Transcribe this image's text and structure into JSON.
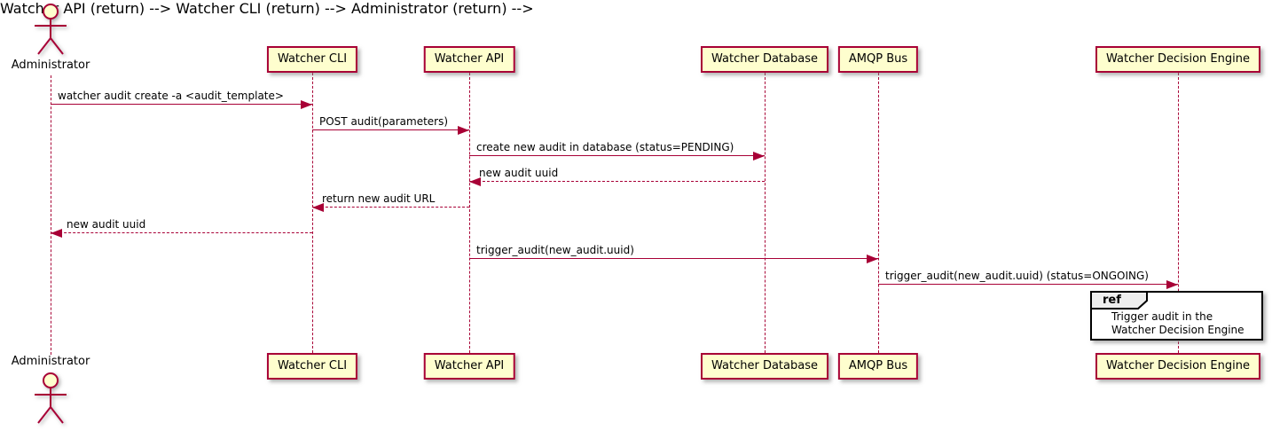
{
  "diagram_type": "uml-sequence-diagram",
  "colors": {
    "participant_fill": "#FEFECE",
    "line_and_border": "#A80036",
    "text": "#000000",
    "ref_border": "#000000",
    "ref_tab_fill": "#EEEEEE",
    "background": "#FFFFFF"
  },
  "actor": {
    "name": "Administrator"
  },
  "participants": [
    {
      "label": "Watcher CLI"
    },
    {
      "label": "Watcher API"
    },
    {
      "label": "Watcher Database"
    },
    {
      "label": "AMQP Bus"
    },
    {
      "label": "Watcher Decision Engine"
    }
  ],
  "messages": [
    {
      "from": "Administrator",
      "to": "Watcher CLI",
      "line": "solid",
      "label": "watcher audit create -a <audit_template>"
    },
    {
      "from": "Watcher CLI",
      "to": "Watcher API",
      "line": "solid",
      "label": "POST audit(parameters)"
    },
    {
      "from": "Watcher API",
      "to": "Watcher Database",
      "line": "solid",
      "label": "create new audit in database (status=PENDING)"
    },
    {
      "from": "Watcher Database",
      "to": "Watcher API",
      "line": "dashed",
      "label": "new audit uuid"
    },
    {
      "from": "Watcher API",
      "to": "Watcher CLI",
      "line": "dashed",
      "label": "return new audit URL"
    },
    {
      "from": "Watcher CLI",
      "to": "Administrator",
      "line": "dashed",
      "label": "new audit uuid"
    },
    {
      "from": "Watcher API",
      "to": "AMQP Bus",
      "line": "solid",
      "label": "trigger_audit(new_audit.uuid)"
    },
    {
      "from": "AMQP Bus",
      "to": "Watcher Decision Engine",
      "line": "solid",
      "label": "trigger_audit(new_audit.uuid) (status=ONGOING)"
    }
  ],
  "ref": {
    "keyword": "ref",
    "over": "Watcher Decision Engine",
    "lines": [
      "Trigger audit in the",
      "Watcher Decision Engine"
    ]
  }
}
